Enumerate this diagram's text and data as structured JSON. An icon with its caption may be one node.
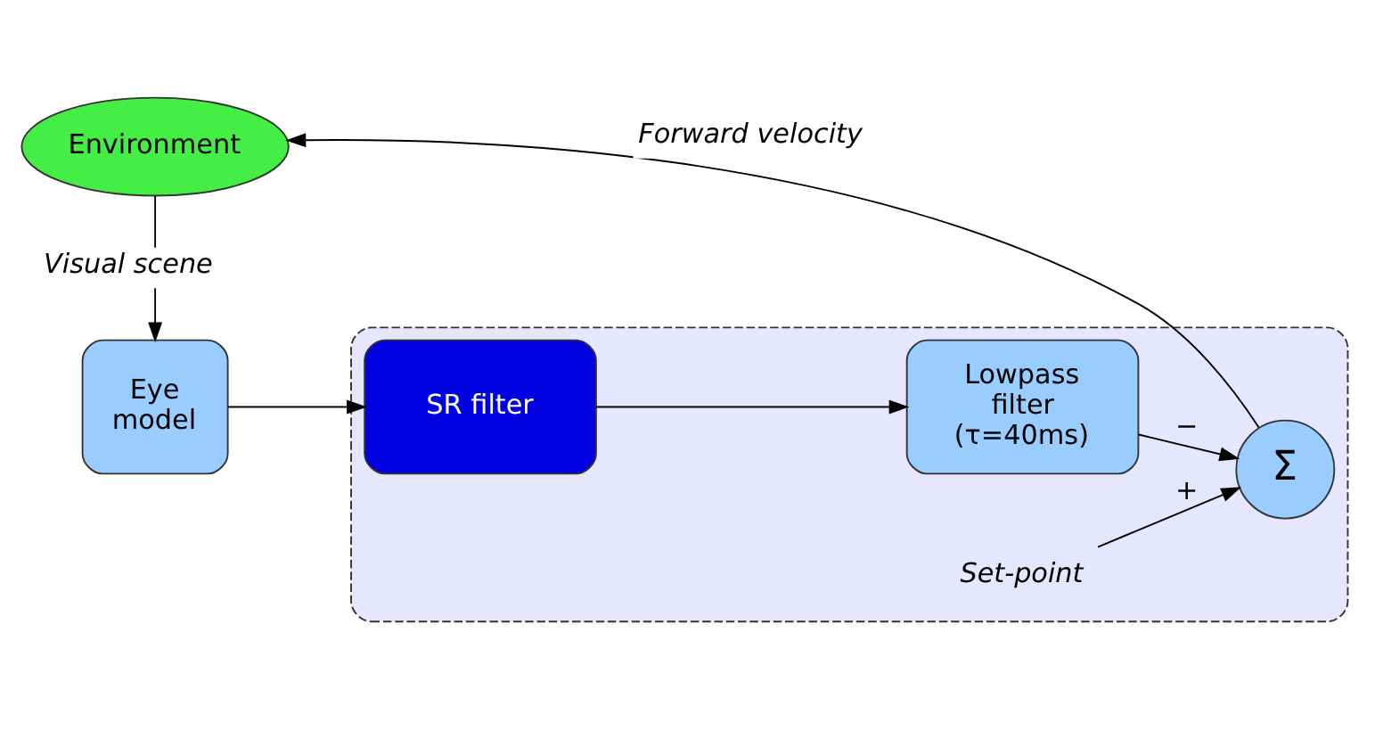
{
  "diagram": {
    "nodes": [
      {
        "text": [],
        "shape": "box"
      },
      {
        "text": [
          "Eye model"
        ]
      },
      {
        "text": [
          "SR filter"
        ],
        "in": 0
      },
      {
        "text": [
          "Lowpass filter (τ=40ms)"
        ],
        "in": 0
      },
      {
        "text": [
          "Σ"
        ],
        "in": 0
      },
      {
        "text": [
          "Set-point"
        ],
        "in": 0
      },
      {
        "text": [
          "Environment"
        ]
      }
    ],
    "edges": [
      {
        "from": 1,
        "to": 2,
        "arrow": "to"
      },
      {
        "from": 2,
        "to": 3,
        "arrow": "to"
      },
      {
        "from": 3,
        "to": 4,
        "arrow": "to",
        "label": "−"
      },
      {
        "from": 5,
        "to": 4,
        "arrow": "to",
        "label": "+"
      },
      {
        "from": 4,
        "to": 6,
        "arrow": "to",
        "label": "Forward velocity"
      },
      {
        "from": 6,
        "to": 1,
        "arrow": "to",
        "label": "Visual scene"
      }
    ]
  }
}
